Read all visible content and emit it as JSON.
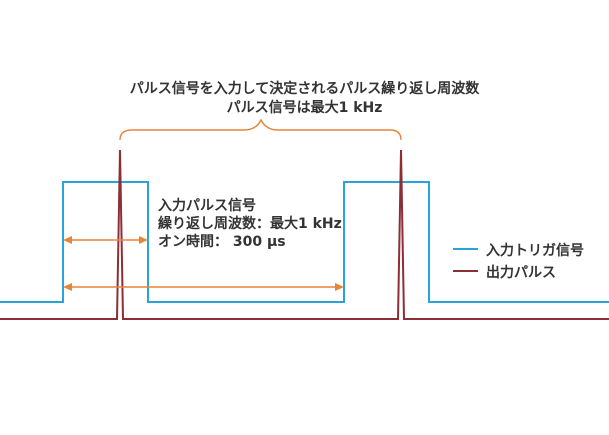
{
  "top_caption": {
    "line1": "パルス信号を入力して決定されるパルス繰り返し周波数",
    "line2": "パルス信号は最大1 kHz"
  },
  "pulse_info": {
    "line1": "入力パルス信号",
    "line2": "繰り返し周波数：最大1 kHz",
    "line3": "オン時間：  300 μs"
  },
  "legend": {
    "input_trigger": "入力トリガ信号",
    "output_pulse": "出力パルス"
  },
  "colors": {
    "input_trigger": "#2aa3d8",
    "output_pulse": "#8b2f35",
    "annotation": "#e8843a",
    "text": "#333333"
  }
}
